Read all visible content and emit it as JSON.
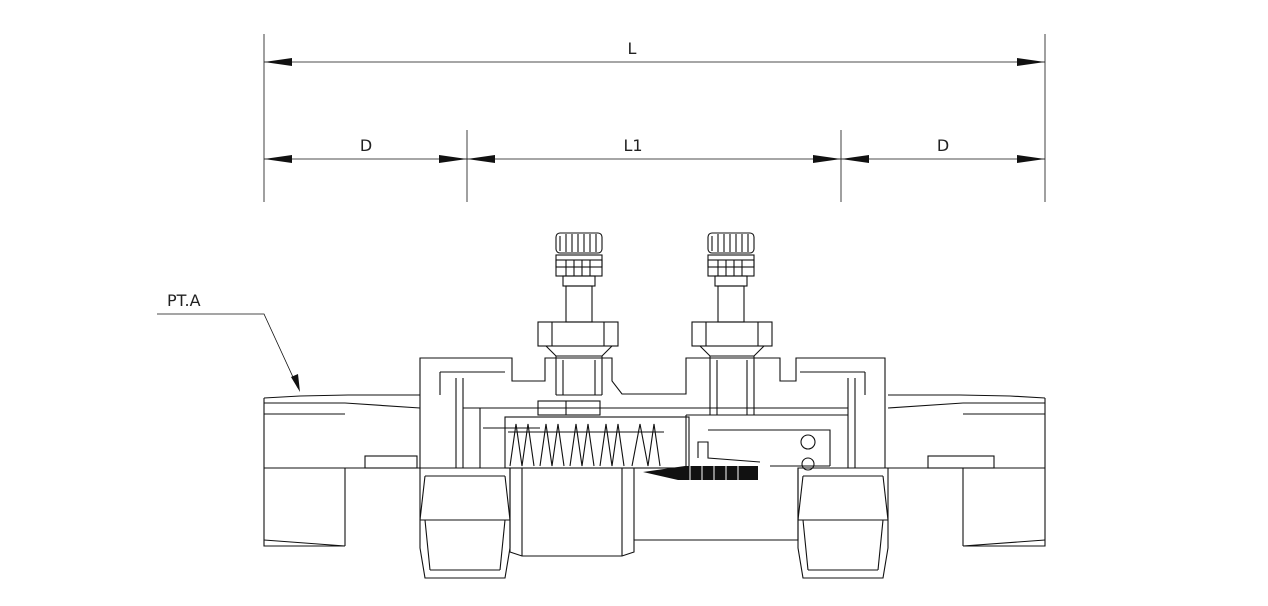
{
  "labels": {
    "overall_length": "L",
    "end_length_left": "D",
    "center_length": "L1",
    "end_length_right": "D",
    "thread_callout": "PT.A"
  }
}
